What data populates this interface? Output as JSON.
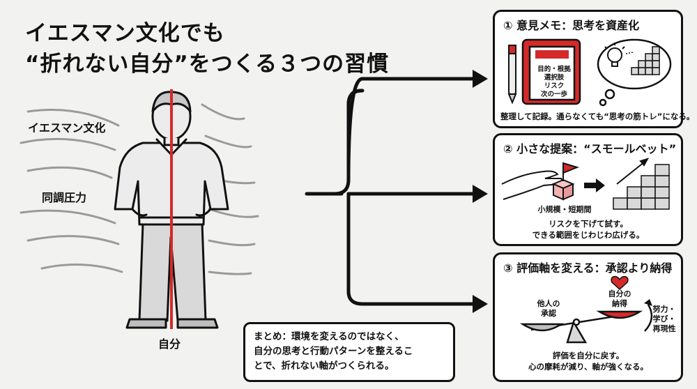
{
  "title": {
    "line1": "イエスマン文化でも",
    "line2": "“折れない自分”をつくる３つの習慣"
  },
  "left_labels": {
    "culture": "イエスマン文化",
    "pressure": "同調圧力",
    "self": "自分"
  },
  "cards": [
    {
      "heading": "① 意見メモ：思考を資産化",
      "notebook_lines": [
        "目的・根拠",
        "選択肢",
        "リスク",
        "次の一歩"
      ],
      "caption": "整理して記録。通らなくても“思考の筋トレ”になる。"
    },
    {
      "heading": "② 小さな提案：“スモールベット”",
      "scale_label": "小規模・短期間",
      "caption_lines": [
        "リスクを下げて試す。",
        "できる範囲をじわじわ広げる。"
      ]
    },
    {
      "heading": "③ 評価軸を変える：承認より納得",
      "left_pan_label": [
        "他人の",
        "承認"
      ],
      "right_pan_label": [
        "自分の",
        "納得"
      ],
      "effort_label": [
        "努力・",
        "学び・",
        "再現性"
      ],
      "caption_lines": [
        "評価を自分に戻す。",
        "心の摩耗が減り、軸が強くなる。"
      ]
    }
  ],
  "summary": {
    "lines": [
      "まとめ：環境を変えるのではなく、",
      "自分の思考と行動パターンを整えるこ",
      "とで、折れない軸がつくられる。"
    ]
  },
  "colors": {
    "accent": "#d42a2a",
    "ink": "#111111",
    "figure_gray": "#d9d9d9",
    "background": "#f2f2f0"
  }
}
